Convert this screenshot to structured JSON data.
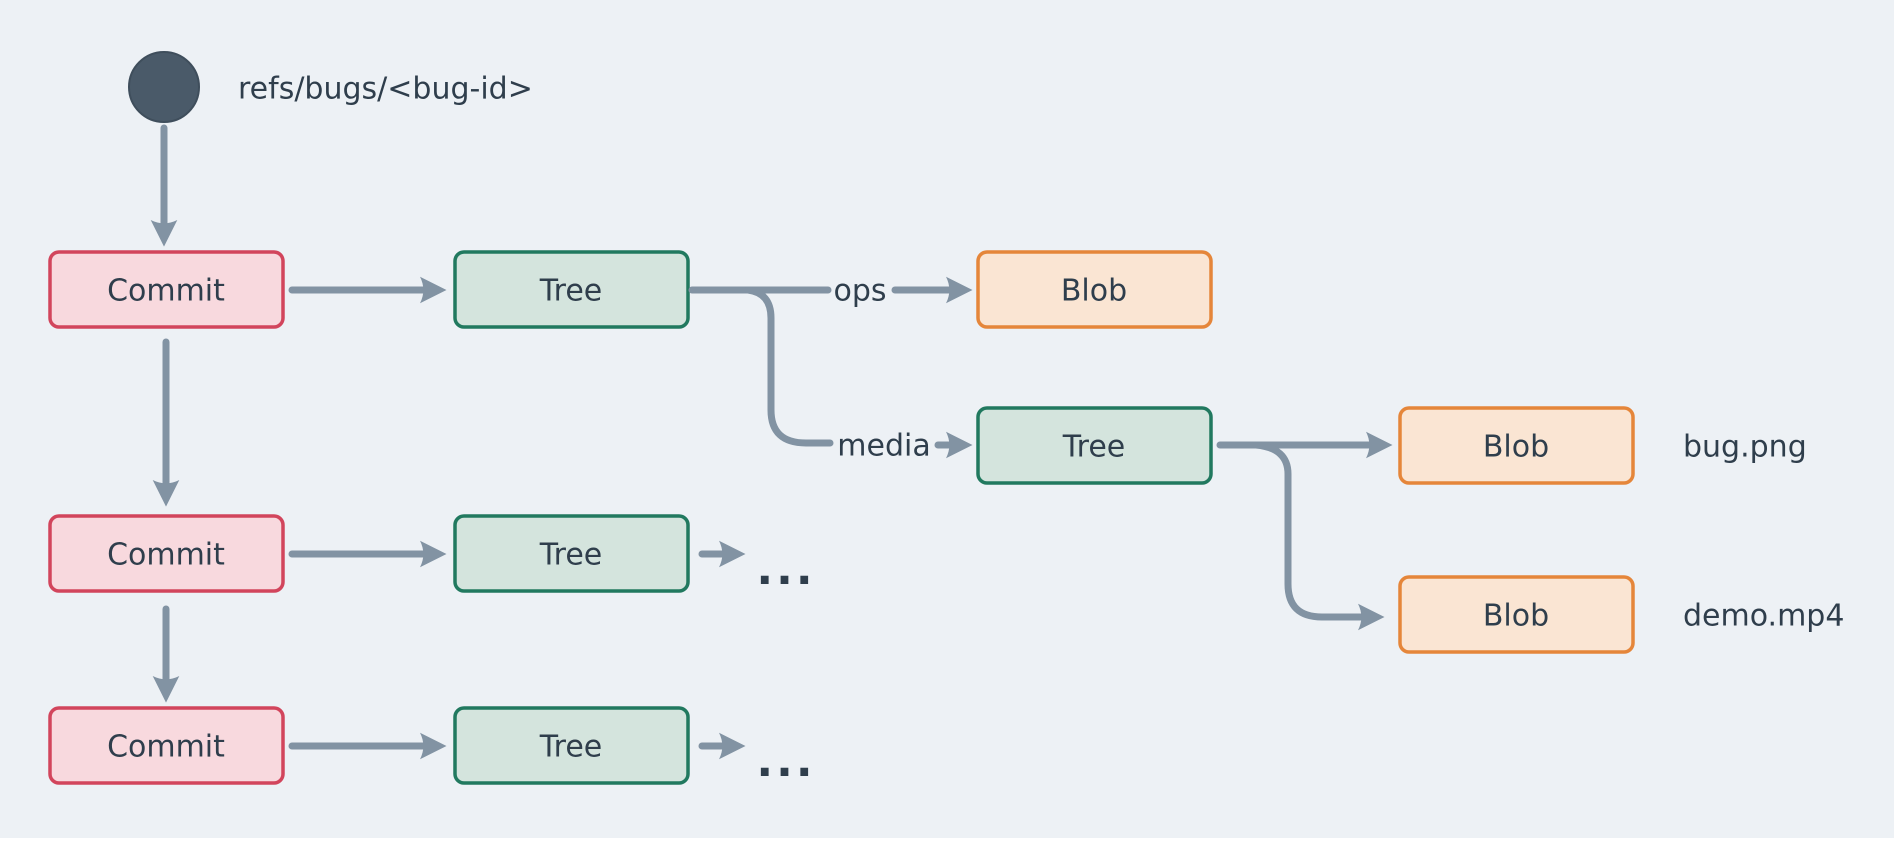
{
  "diagram": {
    "ref_label": "refs/bugs/<bug-id>",
    "nodes": {
      "commit1": "Commit",
      "commit2": "Commit",
      "commit3": "Commit",
      "tree1": "Tree",
      "tree2": "Tree",
      "tree3": "Tree",
      "tree_media": "Tree",
      "blob_ops": "Blob",
      "blob_bug": "Blob",
      "blob_demo": "Blob"
    },
    "edge_labels": {
      "ops": "ops",
      "media": "media"
    },
    "file_labels": {
      "bug": "bug.png",
      "demo": "demo.mp4"
    },
    "ellipsis": "...",
    "colors": {
      "background": "#edf1f5",
      "bottom_strip": "#ffffff",
      "arrow": "#8293a3",
      "text": "#2f3e4c",
      "ref_circle": "#4a5a69",
      "commit_fill": "#f8d9de",
      "commit_border": "#d2455c",
      "tree_fill": "#d4e4dd",
      "tree_border": "#21795f",
      "blob_fill": "#fae5d3",
      "blob_border": "#e5863a"
    }
  }
}
